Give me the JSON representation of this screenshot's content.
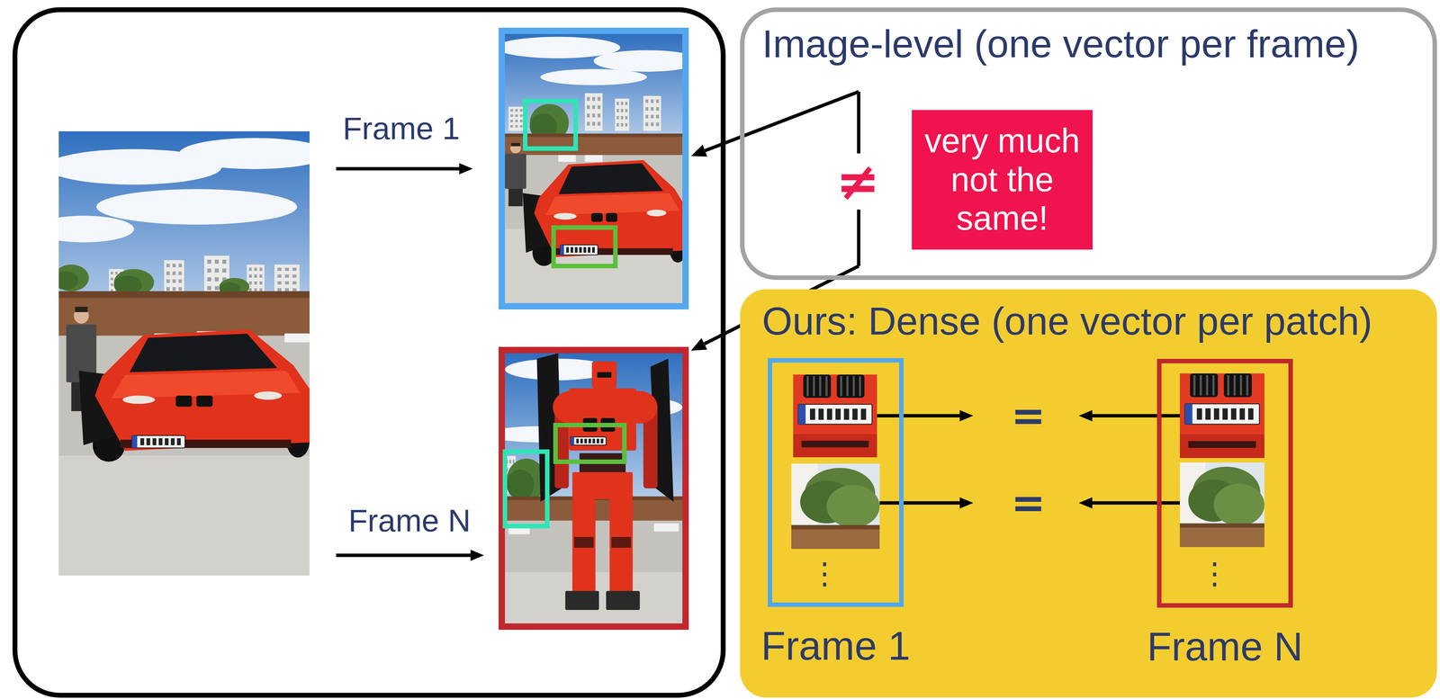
{
  "diagram": {
    "nodes": [
      {
        "text": [
          "Image-level (one vector per frame)"
        ]
      },
      {
        "text": [
          "very much not the same!"
        ],
        "in": 0
      },
      {
        "text": [
          "Ours: Dense (one vector per patch)"
        ]
      },
      {
        "text": [
          "Frame 1"
        ],
        "in": 2
      },
      {
        "text": [
          "Frame N"
        ],
        "in": 2
      }
    ],
    "labels": [
      "Frame 1",
      "Frame N",
      "≠",
      "=",
      "=",
      "⋮",
      "⋮"
    ]
  }
}
